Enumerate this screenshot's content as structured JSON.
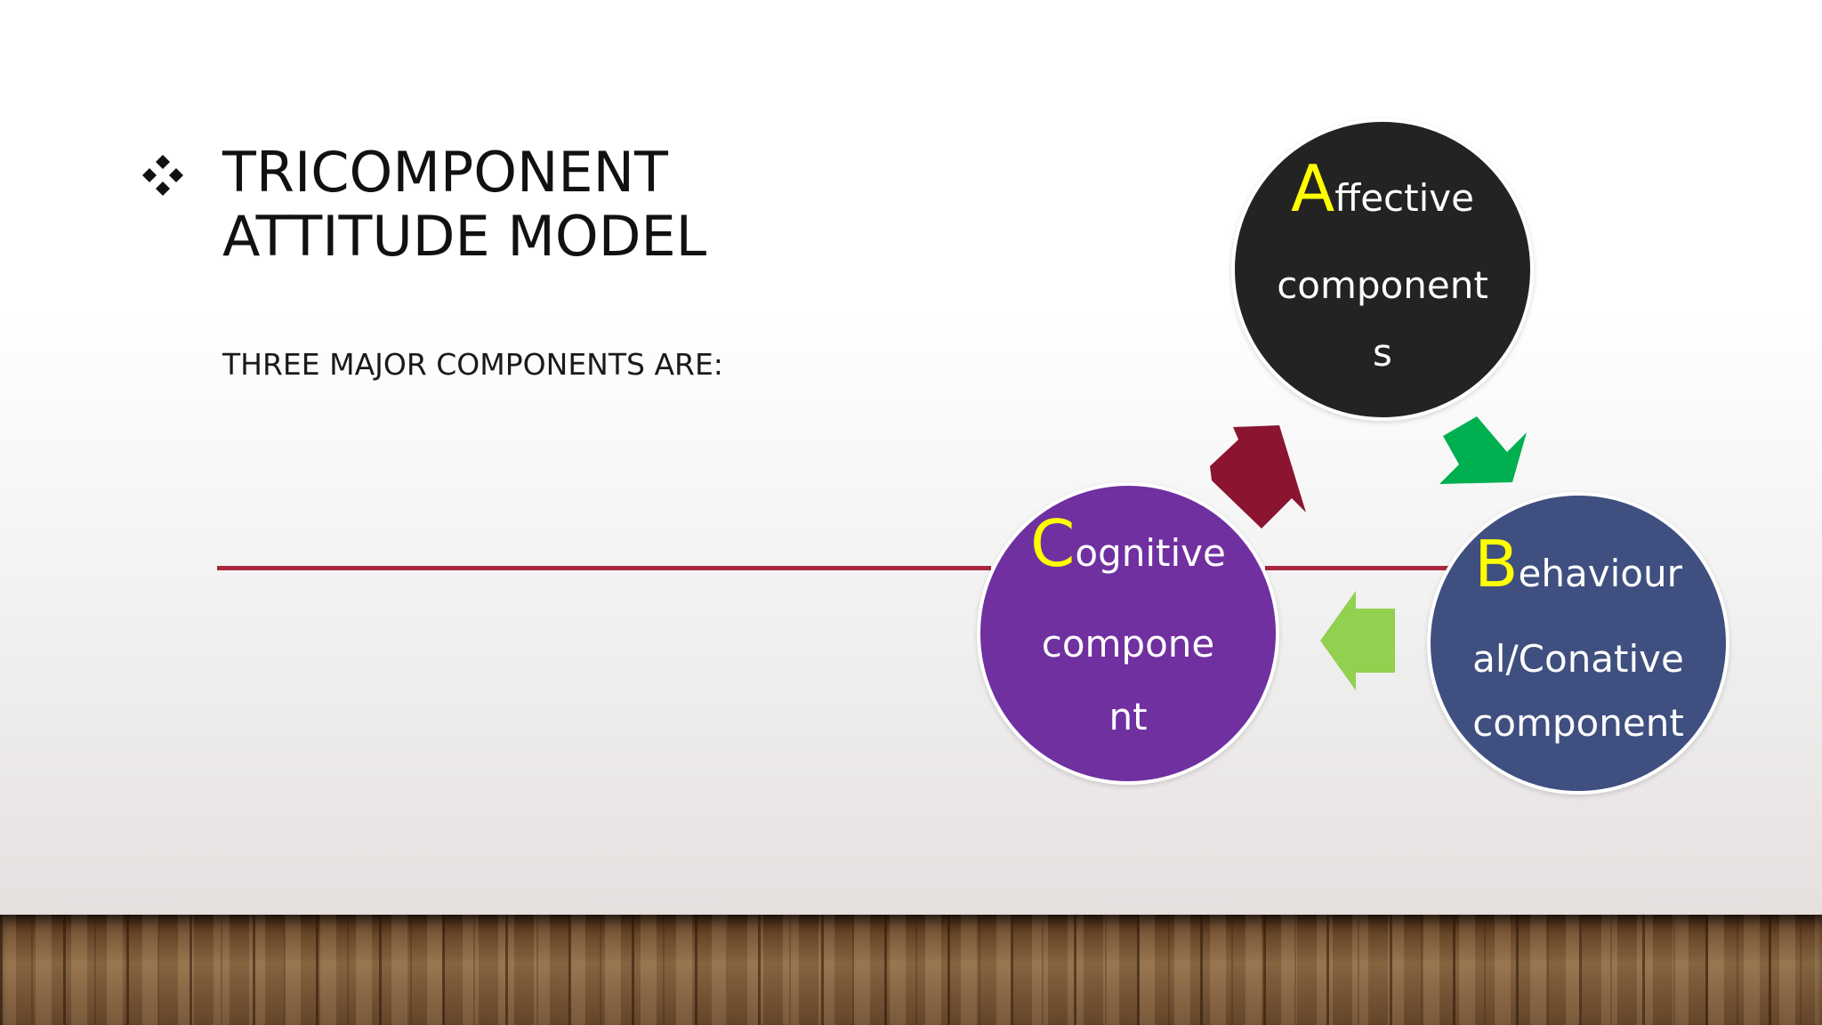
{
  "slide": {
    "bullet_icon": "four-diamond-bullet-icon",
    "title_lines": [
      "TRICOMPONENT",
      "ATTITUDE MODEL"
    ],
    "subtitle": "THREE MAJOR COMPONENTS ARE:"
  },
  "components": {
    "affective": {
      "initial": "A",
      "lines": [
        "ffective",
        "component",
        "s"
      ],
      "fill": "#232323"
    },
    "behavioural": {
      "initial": "B",
      "lines": [
        "ehaviour",
        "al/Conative",
        "component"
      ],
      "fill": "#3f4f7f"
    },
    "cognitive": {
      "initial": "C",
      "lines": [
        "ognitive",
        "compone",
        "nt"
      ],
      "fill": "#7030a0"
    }
  },
  "colors": {
    "initial_letters": "#ffff00",
    "divider_line": "#a8273f",
    "arrow_cognitive_to_affective": "#8b1530",
    "arrow_affective_to_behavioural": "#00b050",
    "arrow_behavioural_to_cognitive": "#92d050"
  }
}
